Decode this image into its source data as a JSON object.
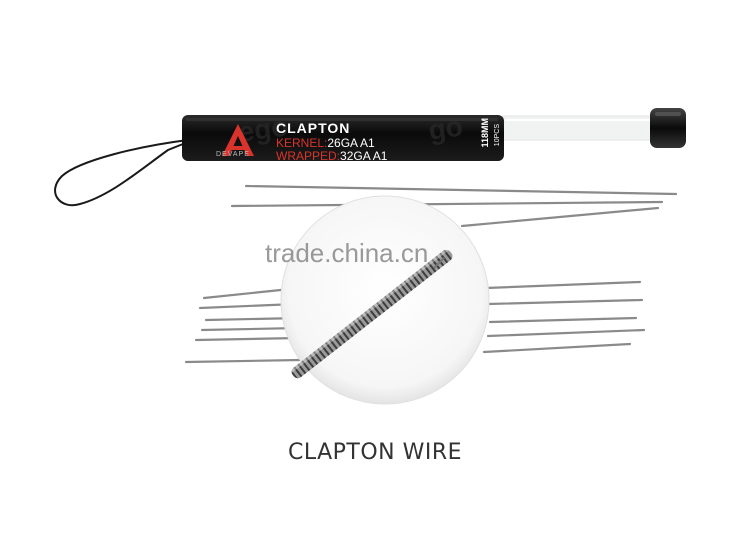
{
  "watermark": "trade.china.cn",
  "tube": {
    "title": "CLAPTON",
    "kernel_label": "KERNEL:",
    "kernel_value": "26GA A1",
    "wrapped_label": "WRAPPED:",
    "wrapped_value": "32GA A1",
    "brand": "DEVAPE",
    "length": "118MM",
    "count": "10PCS"
  },
  "caption": "CLAPTON WIRE",
  "colors": {
    "tube": "#0d0d0d",
    "accent_red": "#d8342c",
    "wire": "#8a8a8a",
    "background": "#ffffff"
  }
}
